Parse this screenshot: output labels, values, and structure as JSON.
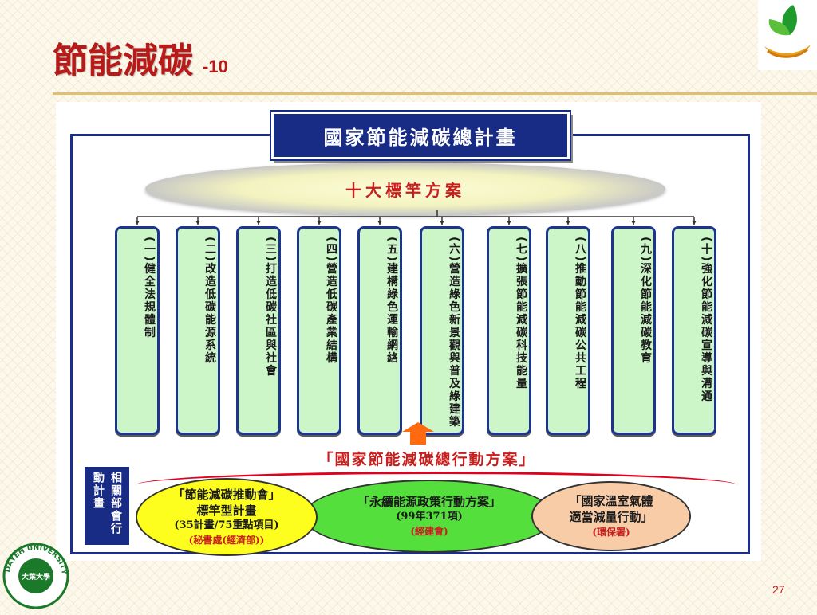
{
  "slide": {
    "title": "節能減碳",
    "title_suffix": "-10",
    "page_number": "27"
  },
  "diagram": {
    "master_plan": "國家節能減碳總計畫",
    "flagship_program": "十大標竿方案",
    "pillars": [
      {
        "label": "(一)健全法規體制"
      },
      {
        "label": "(二)改造低碳能源系統"
      },
      {
        "label": "(三)打造低碳社區與社會"
      },
      {
        "label": "(四)營造低碳產業結構"
      },
      {
        "label": "(五)建構綠色運輸網絡"
      },
      {
        "label": "(六)營造綠色新景觀與普及綠建築"
      },
      {
        "label": "(七)擴張節能減碳科技能量"
      },
      {
        "label": "(八)推動節能減碳公共工程"
      },
      {
        "label": "(九)深化節能減碳教育"
      },
      {
        "label": "(十)強化節能減碳宣導與溝通"
      }
    ],
    "action_plan": "「國家節能減碳總行動方案」",
    "related_plans_label": "相關部會行動計畫",
    "plans": {
      "yellow": {
        "line1": "「節能減碳推動會」",
        "line2": "標竿型計畫",
        "line3": "(35計畫/75重點項目)",
        "line4": "(秘書處(經濟部))"
      },
      "green": {
        "line1": "「永續能源政策行動方案」",
        "line2": "(99年371項)",
        "line3": "(經建會)"
      },
      "orange": {
        "line1": "「國家溫室氣體",
        "line2": "適當減量行動」",
        "line3": "(環保署)"
      }
    }
  },
  "logos": {
    "bottom_seal_text": "大葉大學",
    "bottom_ring_text": "DAYEH UNIVERSITY"
  },
  "colors": {
    "title_red": "#b81a1a",
    "navy": "#182c86",
    "pillar_green": "#ccf5c8",
    "accent_red": "#e1001e"
  }
}
